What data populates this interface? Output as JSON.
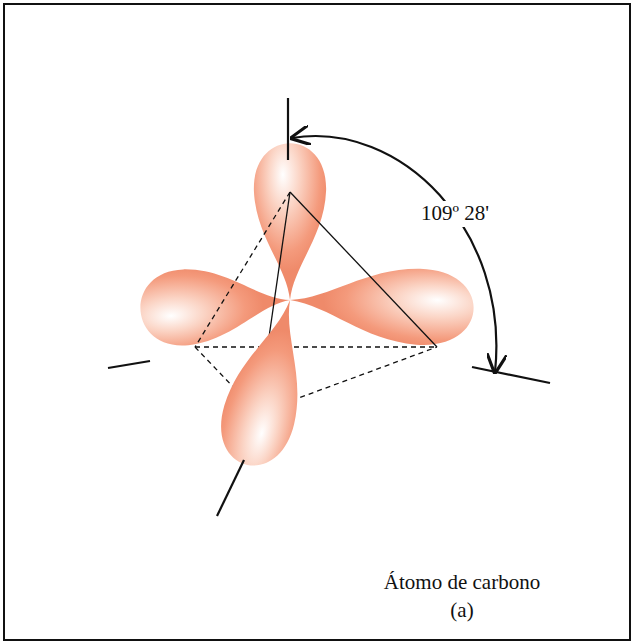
{
  "diagram": {
    "labels": [
      "109º 28'",
      "Átomo de carbono",
      "(a)"
    ]
  }
}
